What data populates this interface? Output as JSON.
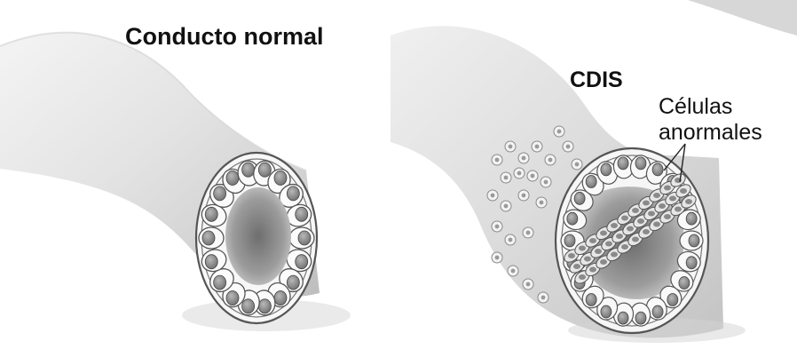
{
  "labels": {
    "normal_duct": "Conducto normal",
    "dcis": "CDIS",
    "abnormal_cells_line1": "Células",
    "abnormal_cells_line2": "anormales"
  }
}
